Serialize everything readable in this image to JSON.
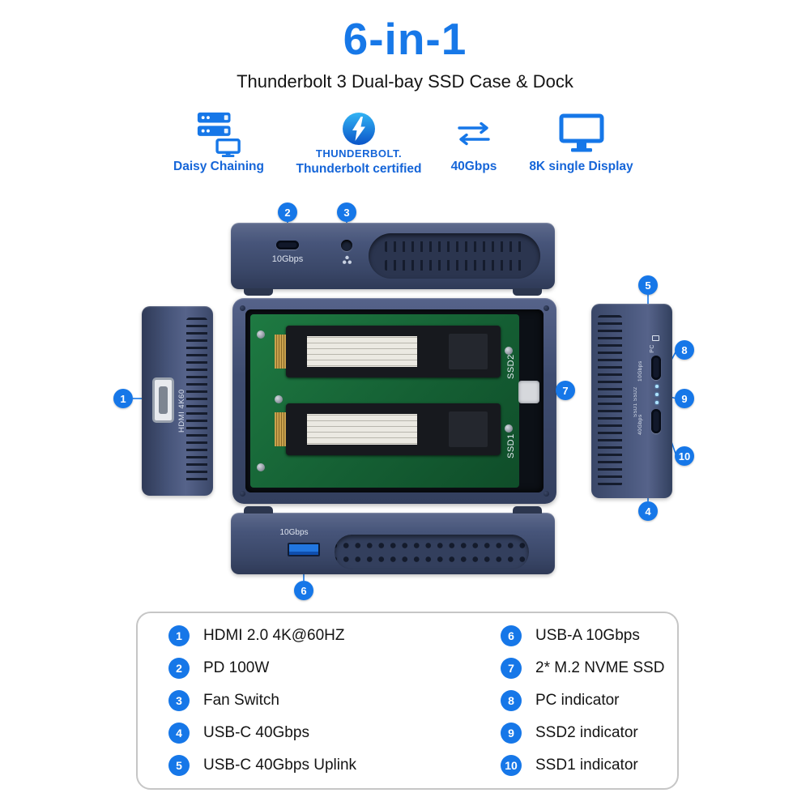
{
  "header": {
    "title": "6-in-1",
    "subtitle": "Thunderbolt 3 Dual-bay SSD Case & Dock"
  },
  "features": [
    {
      "label": "Daisy Chaining",
      "icon": "daisy-chain-icon"
    },
    {
      "brand": "THUNDERBOLT.",
      "label": "Thunderbolt certified",
      "icon": "thunderbolt-icon"
    },
    {
      "label": "40Gbps",
      "icon": "transfer-speed-icon"
    },
    {
      "label": "8K single Display",
      "icon": "display-icon"
    }
  ],
  "views": {
    "top": {
      "port_label": "10Gbps"
    },
    "left": {
      "hdmi_label": "HDMI 4K60"
    },
    "center": {
      "ssd2": "SSD2",
      "ssd1": "SSD1"
    },
    "right": {
      "pc": "PC",
      "port1_label": "10Gbps",
      "led_label": "SSD1 SSD2",
      "port2_label": "40Gbps"
    },
    "bottom": {
      "port_label": "10Gbps"
    }
  },
  "callouts": {
    "c1": "1",
    "c2": "2",
    "c3": "3",
    "c4": "4",
    "c5": "5",
    "c6": "6",
    "c7": "7",
    "c8": "8",
    "c9": "9",
    "c10": "10"
  },
  "legend": {
    "left": [
      {
        "num": "1",
        "text": "HDMI 2.0 4K@60HZ"
      },
      {
        "num": "2",
        "text": "PD 100W"
      },
      {
        "num": "3",
        "text": "Fan Switch"
      },
      {
        "num": "4",
        "text": "USB-C 40Gbps"
      },
      {
        "num": "5",
        "text": "USB-C 40Gbps Uplink"
      }
    ],
    "right": [
      {
        "num": "6",
        "text": "USB-A 10Gbps"
      },
      {
        "num": "7",
        "text": "2* M.2 NVME SSD"
      },
      {
        "num": "8",
        "text": "PC indicator"
      },
      {
        "num": "9",
        "text": "SSD2 indicator"
      },
      {
        "num": "10",
        "text": "SSD1 indicator"
      }
    ]
  },
  "colors": {
    "accent": "#1677e8",
    "title_blue": "#1778e8",
    "device_navy": "#425072",
    "pcb_green": "#156034"
  }
}
